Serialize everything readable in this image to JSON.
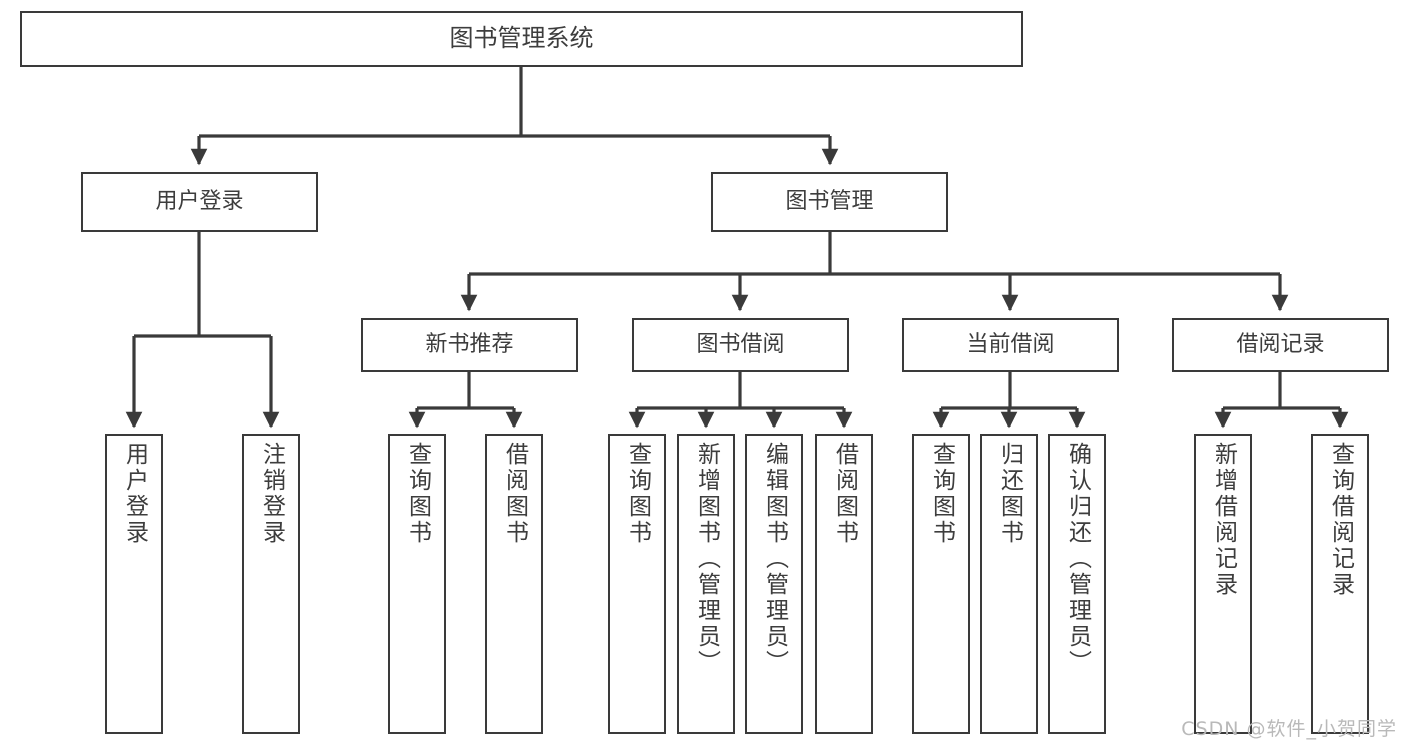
{
  "diagram": {
    "type": "tree-hierarchy",
    "title": "图书管理系统",
    "watermark": "CSDN @软件_小贺同学",
    "colors": {
      "stroke": "#3a3a3a",
      "text": "#3d3d3d",
      "background": "#ffffff",
      "watermark": "#b9b9b9"
    },
    "nodes": {
      "root": {
        "label": "图书管理系统",
        "level": 1,
        "orientation": "horizontal"
      },
      "l2": [
        {
          "id": "user-login",
          "label": "用户登录",
          "level": 2,
          "orientation": "horizontal"
        },
        {
          "id": "book-manage",
          "label": "图书管理",
          "level": 2,
          "orientation": "horizontal"
        }
      ],
      "l3": [
        {
          "id": "new-book-recommend",
          "label": "新书推荐",
          "level": 3,
          "orientation": "horizontal",
          "parent": "book-manage"
        },
        {
          "id": "book-borrow",
          "label": "图书借阅",
          "level": 3,
          "orientation": "horizontal",
          "parent": "book-manage"
        },
        {
          "id": "current-borrow",
          "label": "当前借阅",
          "level": 3,
          "orientation": "horizontal",
          "parent": "book-manage"
        },
        {
          "id": "borrow-record",
          "label": "借阅记录",
          "level": 3,
          "orientation": "horizontal",
          "parent": "borrow-record"
        }
      ],
      "leaves": [
        {
          "id": "leaf-user-login",
          "label": "用户登录",
          "parent": "user-login",
          "orientation": "vertical"
        },
        {
          "id": "leaf-user-logout",
          "label": "注销登录",
          "parent": "user-login",
          "orientation": "vertical"
        },
        {
          "id": "leaf-query-book-1",
          "label": "查询图书",
          "parent": "new-book-recommend",
          "orientation": "vertical"
        },
        {
          "id": "leaf-borrow-book-1",
          "label": "借阅图书",
          "parent": "new-book-recommend",
          "orientation": "vertical"
        },
        {
          "id": "leaf-query-book-2",
          "label": "查询图书",
          "parent": "book-borrow",
          "orientation": "vertical"
        },
        {
          "id": "leaf-add-book",
          "label": "新增图书（管理员）",
          "parent": "book-borrow",
          "orientation": "vertical"
        },
        {
          "id": "leaf-edit-book",
          "label": "编辑图书（管理员）",
          "parent": "book-borrow",
          "orientation": "vertical"
        },
        {
          "id": "leaf-borrow-book-2",
          "label": "借阅图书",
          "parent": "book-borrow",
          "orientation": "vertical"
        },
        {
          "id": "leaf-query-book-3",
          "label": "查询图书",
          "parent": "current-borrow",
          "orientation": "vertical"
        },
        {
          "id": "leaf-return-book",
          "label": "归还图书",
          "parent": "current-borrow",
          "orientation": "vertical"
        },
        {
          "id": "leaf-confirm-return",
          "label": "确认归还（管理员）",
          "parent": "current-borrow",
          "orientation": "vertical"
        },
        {
          "id": "leaf-add-record",
          "label": "新增借阅记录",
          "parent": "borrow-record",
          "orientation": "vertical"
        },
        {
          "id": "leaf-query-record",
          "label": "查询借阅记录",
          "parent": "borrow-record",
          "orientation": "vertical"
        }
      ]
    }
  }
}
